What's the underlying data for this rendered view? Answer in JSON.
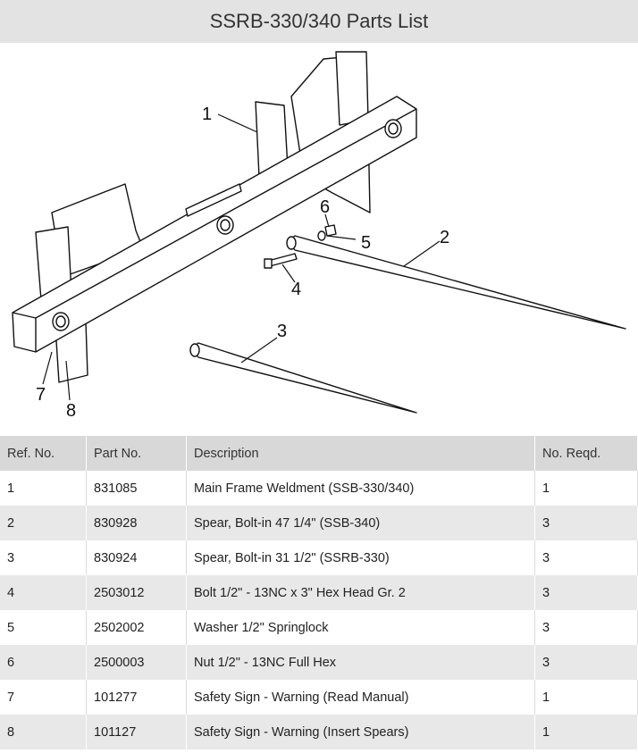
{
  "title": "SSRB-330/340 Parts List",
  "diagram": {
    "callouts": [
      "1",
      "2",
      "3",
      "4",
      "5",
      "6",
      "7",
      "8"
    ]
  },
  "table": {
    "headers": [
      "Ref. No.",
      "Part No.",
      "Description",
      "No. Reqd."
    ],
    "rows": [
      [
        "1",
        "831085",
        "Main Frame Weldment (SSB-330/340)",
        "1"
      ],
      [
        "2",
        "830928",
        "Spear, Bolt-in 47 1/4\" (SSB-340)",
        "3"
      ],
      [
        "3",
        "830924",
        "Spear, Bolt-in 31 1/2\" (SSRB-330)",
        "3"
      ],
      [
        "4",
        "2503012",
        "Bolt 1/2\" - 13NC x 3\" Hex Head Gr. 2",
        "3"
      ],
      [
        "5",
        "2502002",
        "Washer 1/2\" Springlock",
        "3"
      ],
      [
        "6",
        "2500003",
        "Nut 1/2\" - 13NC Full Hex",
        "3"
      ],
      [
        "7",
        "101277",
        "Safety Sign - Warning (Read Manual)",
        "1"
      ],
      [
        "8",
        "101127",
        "Safety Sign - Warning (Insert Spears)",
        "1"
      ]
    ]
  }
}
